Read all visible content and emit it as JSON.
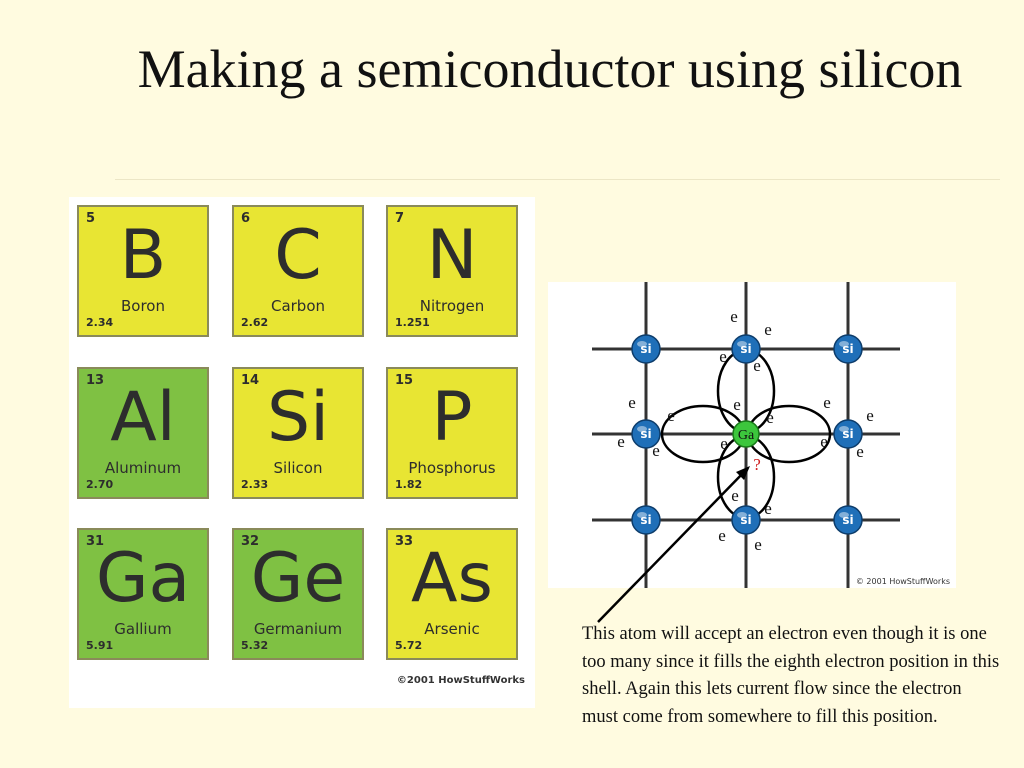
{
  "slide": {
    "title": "Making a semiconductor using silicon",
    "caption": "This atom will accept an electron even though it is one too many since it fills the eighth electron position in this shell. Again this lets current flow since the electron must come from somewhere to fill this position."
  },
  "periodic_table": {
    "credit": "©2001 HowStuffWorks",
    "elements": [
      {
        "number": "5",
        "symbol": "B",
        "name": "Boron",
        "mass": "2.34",
        "color": "yellow"
      },
      {
        "number": "6",
        "symbol": "C",
        "name": "Carbon",
        "mass": "2.62",
        "color": "yellow"
      },
      {
        "number": "7",
        "symbol": "N",
        "name": "Nitrogen",
        "mass": "1.251",
        "color": "yellow"
      },
      {
        "number": "13",
        "symbol": "Al",
        "name": "Aluminum",
        "mass": "2.70",
        "color": "green"
      },
      {
        "number": "14",
        "symbol": "Si",
        "name": "Silicon",
        "mass": "2.33",
        "color": "yellow"
      },
      {
        "number": "15",
        "symbol": "P",
        "name": "Phosphorus",
        "mass": "1.82",
        "color": "yellow"
      },
      {
        "number": "31",
        "symbol": "Ga",
        "name": "Gallium",
        "mass": "5.91",
        "color": "green"
      },
      {
        "number": "32",
        "symbol": "Ge",
        "name": "Germanium",
        "mass": "5.32",
        "color": "green"
      },
      {
        "number": "33",
        "symbol": "As",
        "name": "Arsenic",
        "mass": "5.72",
        "color": "yellow"
      }
    ]
  },
  "lattice": {
    "atom_label": "si",
    "dopant_label": "Ga",
    "electron_label": "e",
    "hole_label": "?",
    "credit": "© 2001 HowStuffWorks",
    "colors": {
      "si": "#1f6fb8",
      "dopant": "#3cc63c",
      "hole": "#d02020",
      "grid": "#333333"
    }
  }
}
